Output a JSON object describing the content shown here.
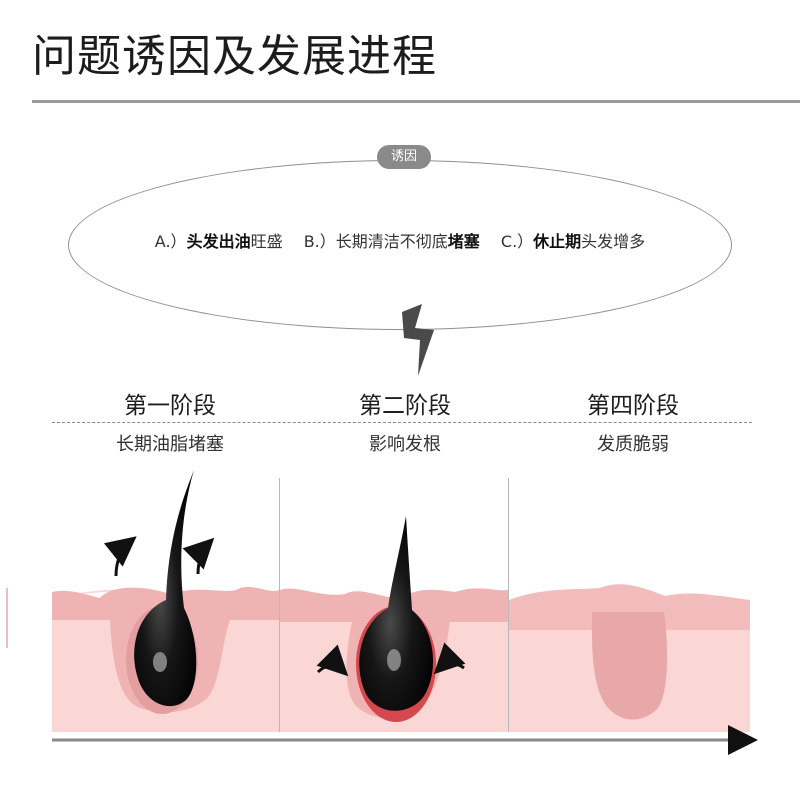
{
  "header": {
    "title": "问题诱因及发展进程"
  },
  "causes": {
    "badge": "诱因",
    "a_prefix": "A.）",
    "a_bold": "头发出油",
    "a_rest": "旺盛",
    "b_prefix": "B.）",
    "b_rest": "长期清洁不彻底",
    "b_bold": "堵塞",
    "c_prefix": "C.）",
    "c_bold": "休止期",
    "c_rest": "头发增多"
  },
  "stages": [
    {
      "title": "第一阶段",
      "subtitle": "长期油脂堵塞"
    },
    {
      "title": "第二阶段",
      "subtitle": "影响发根"
    },
    {
      "title": "第四阶段",
      "subtitle": "发质脆弱"
    }
  ],
  "colors": {
    "skin_top": "#f0b3b3",
    "skin_body": "#fad6d4",
    "follicle": "#e39ea0",
    "hair": "#111111",
    "accent_gray": "#8a8a8a"
  },
  "icons": [
    "lightning-bolt-icon",
    "arrow-up-curved-icon",
    "arrow-inward-curved-icon",
    "timeline-arrow-icon"
  ]
}
